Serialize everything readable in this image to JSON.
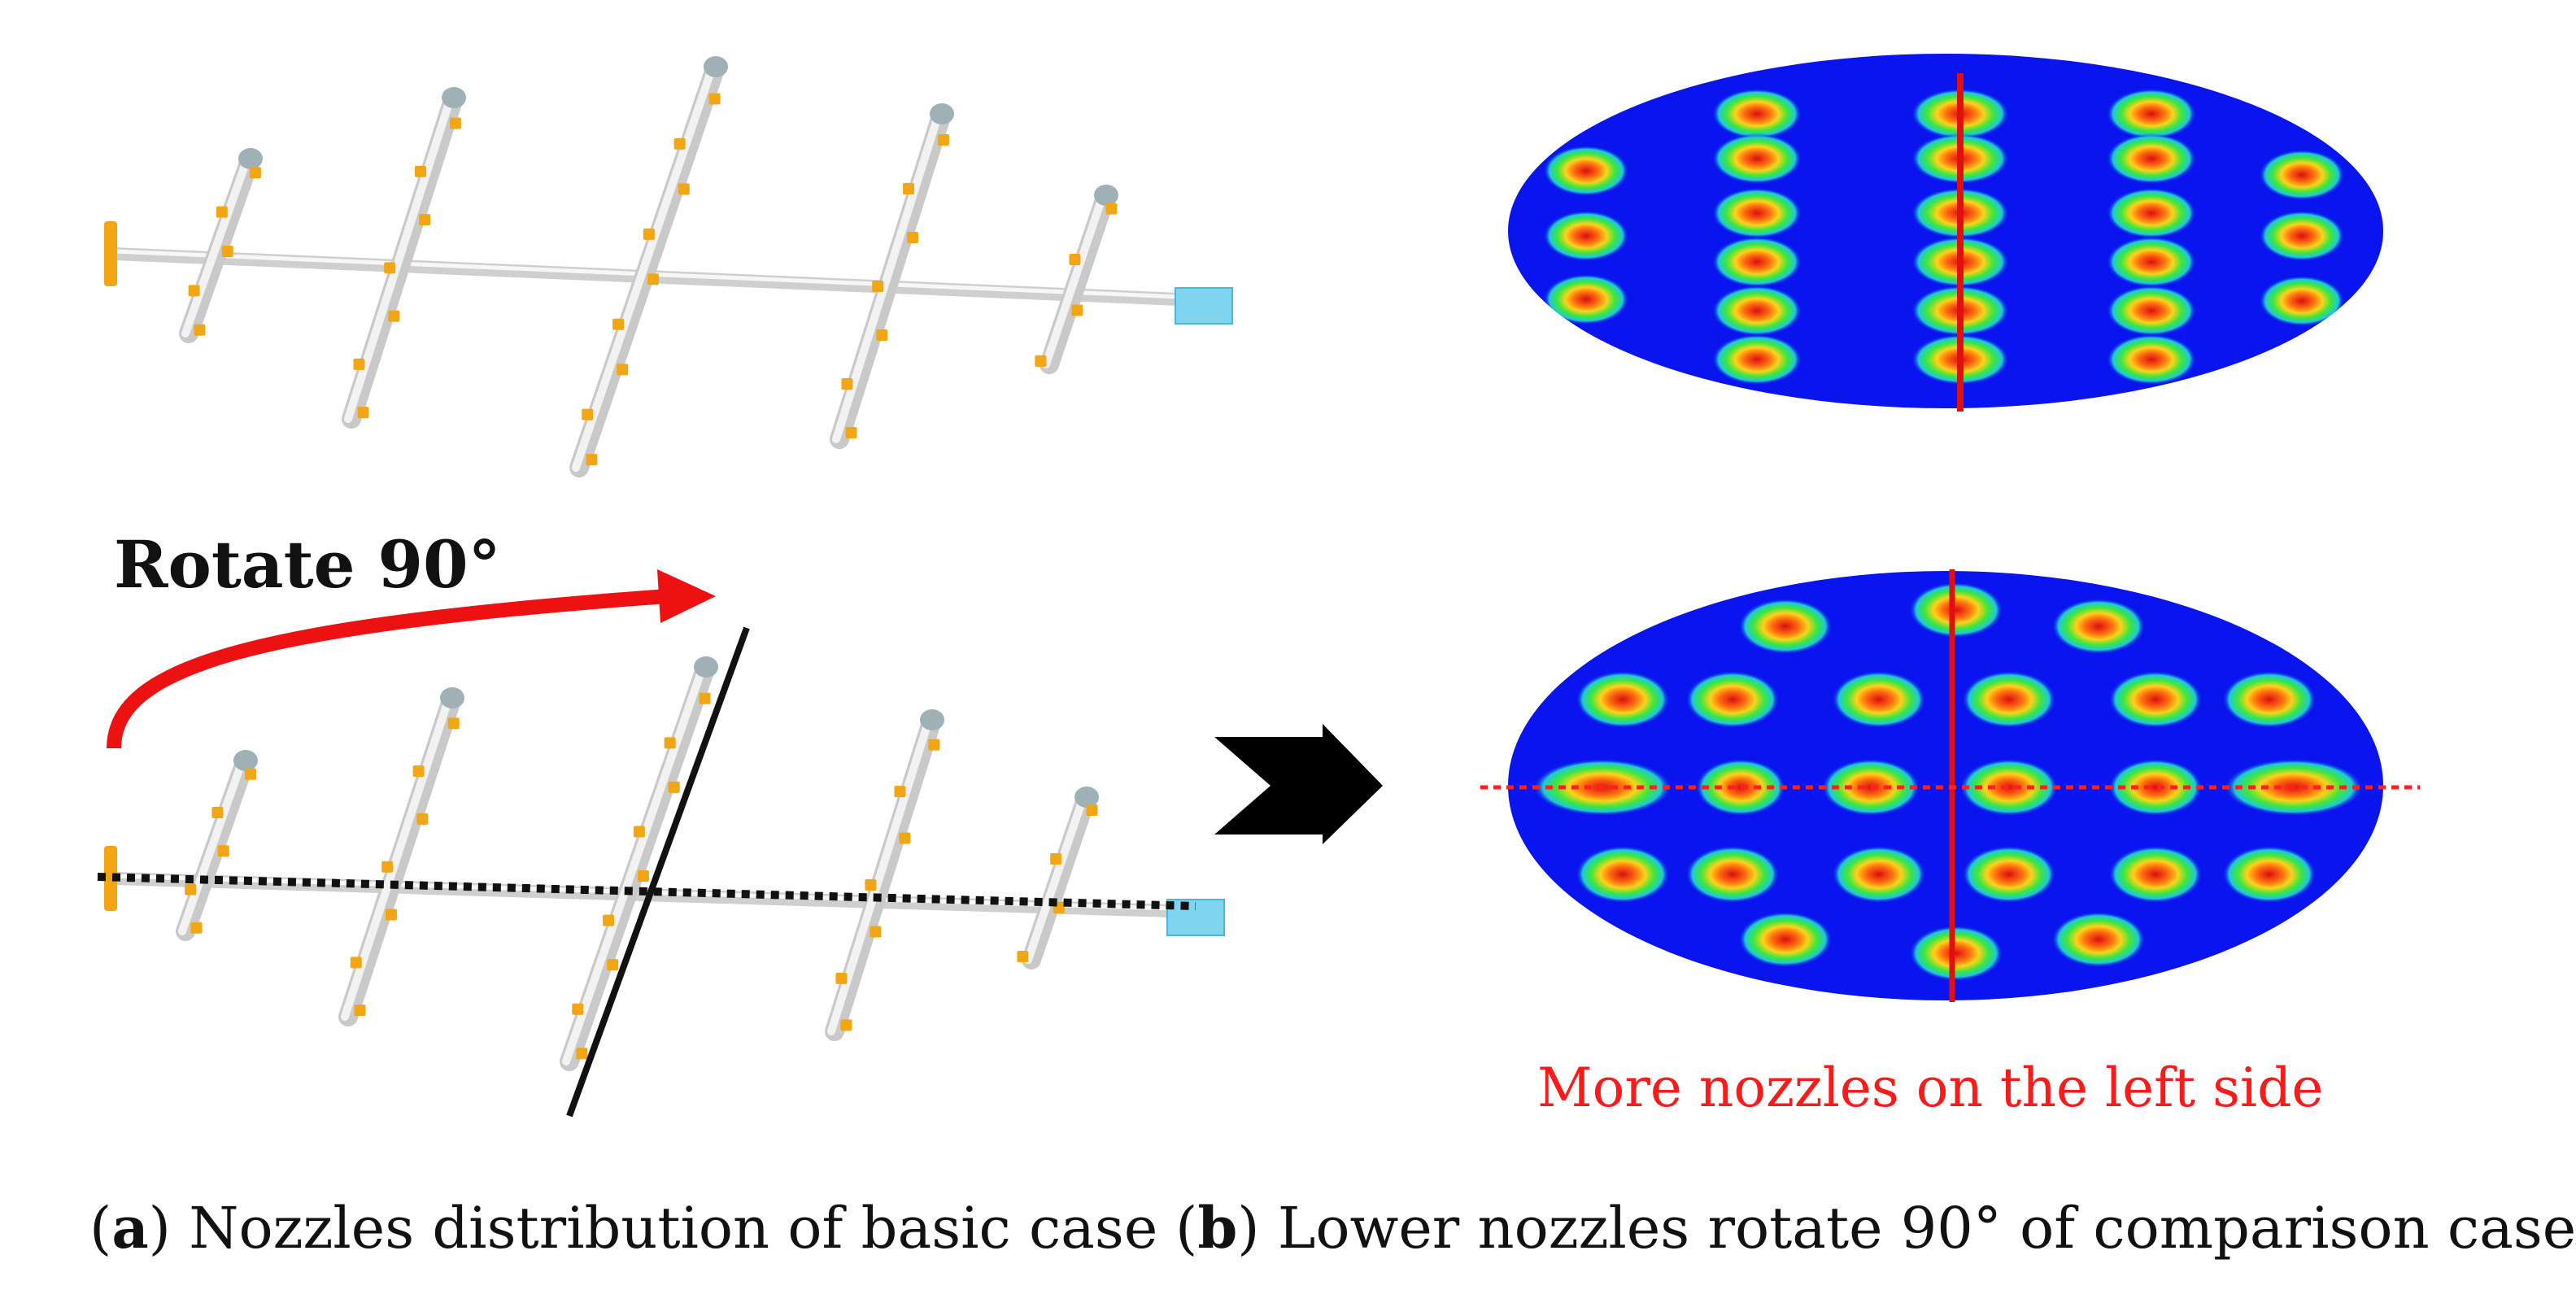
{
  "rotate_label": "Rotate 90°",
  "note": "More nozzles on the left side",
  "captions": {
    "a": {
      "letter": "a",
      "text": "Nozzles distribution of basic case"
    },
    "b": {
      "letter": "b",
      "text": "Lower nozzles rotate 90° of comparison case"
    }
  },
  "colors": {
    "ellipse_fill": "#0a14ee",
    "pipe": "#e4e4e4",
    "nozzle": "#f2a614",
    "cap": "#9fb0b6",
    "box": "#7fd4f0",
    "arrow_red": "#ee1111",
    "note_text": "#ff1a1a",
    "divider_red": "#e01010"
  }
}
